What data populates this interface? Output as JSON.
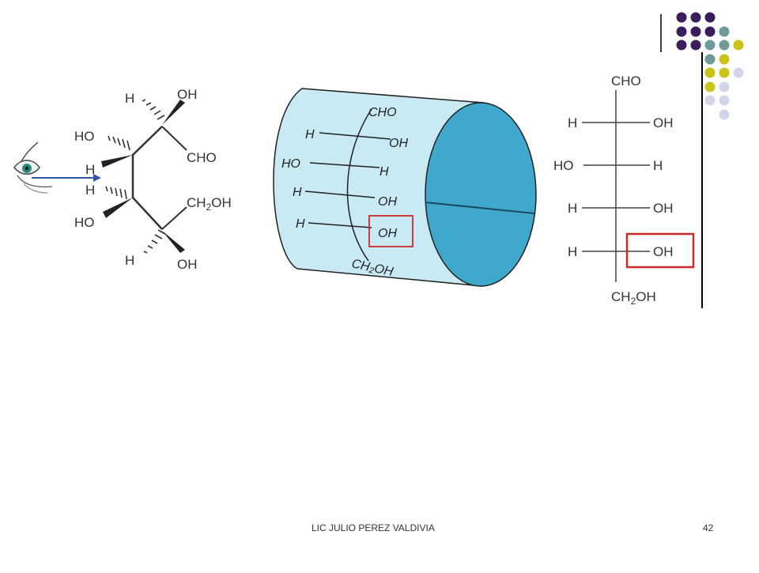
{
  "footer": {
    "author": "LIC JULIO PEREZ VALDIVIA",
    "page_number": "42"
  },
  "colors": {
    "dot_purple": "#3a1f5c",
    "dot_teal": "#6f9a9c",
    "dot_yellow": "#c8c418",
    "dot_lavender": "#d3d6ea",
    "cylinder_body": "#c9e9f5",
    "cylinder_face": "#3fa8cc",
    "highlight_box": "#cc2a2a",
    "arrow": "#3355aa"
  },
  "wedge_structure": {
    "top_h": "H",
    "top_oh": "OH",
    "left_ho_1": "HO",
    "cho": "CHO",
    "mid_h_1": "H",
    "mid_h_2": "H",
    "left_ho_2": "HO",
    "ch2oh_main": "CH",
    "ch2oh_sub": "2",
    "ch2oh_end": "OH",
    "bottom_h": "H",
    "bottom_oh": "OH"
  },
  "cylinder_structure": {
    "top_label": "CHO",
    "rows": [
      {
        "left": "H",
        "right": "OH"
      },
      {
        "left": "HO",
        "right": "H"
      },
      {
        "left": "H",
        "right": "OH"
      },
      {
        "left": "H",
        "right": "OH"
      }
    ],
    "bottom_label": "CH₂OH"
  },
  "fischer_projection": {
    "top_label": "CHO",
    "rows": [
      {
        "left": "H",
        "right": "OH"
      },
      {
        "left": "HO",
        "right": "H"
      },
      {
        "left": "H",
        "right": "OH"
      },
      {
        "left": "H",
        "right": "OH"
      }
    ],
    "bottom_main": "CH",
    "bottom_sub": "2",
    "bottom_end": "OH"
  }
}
